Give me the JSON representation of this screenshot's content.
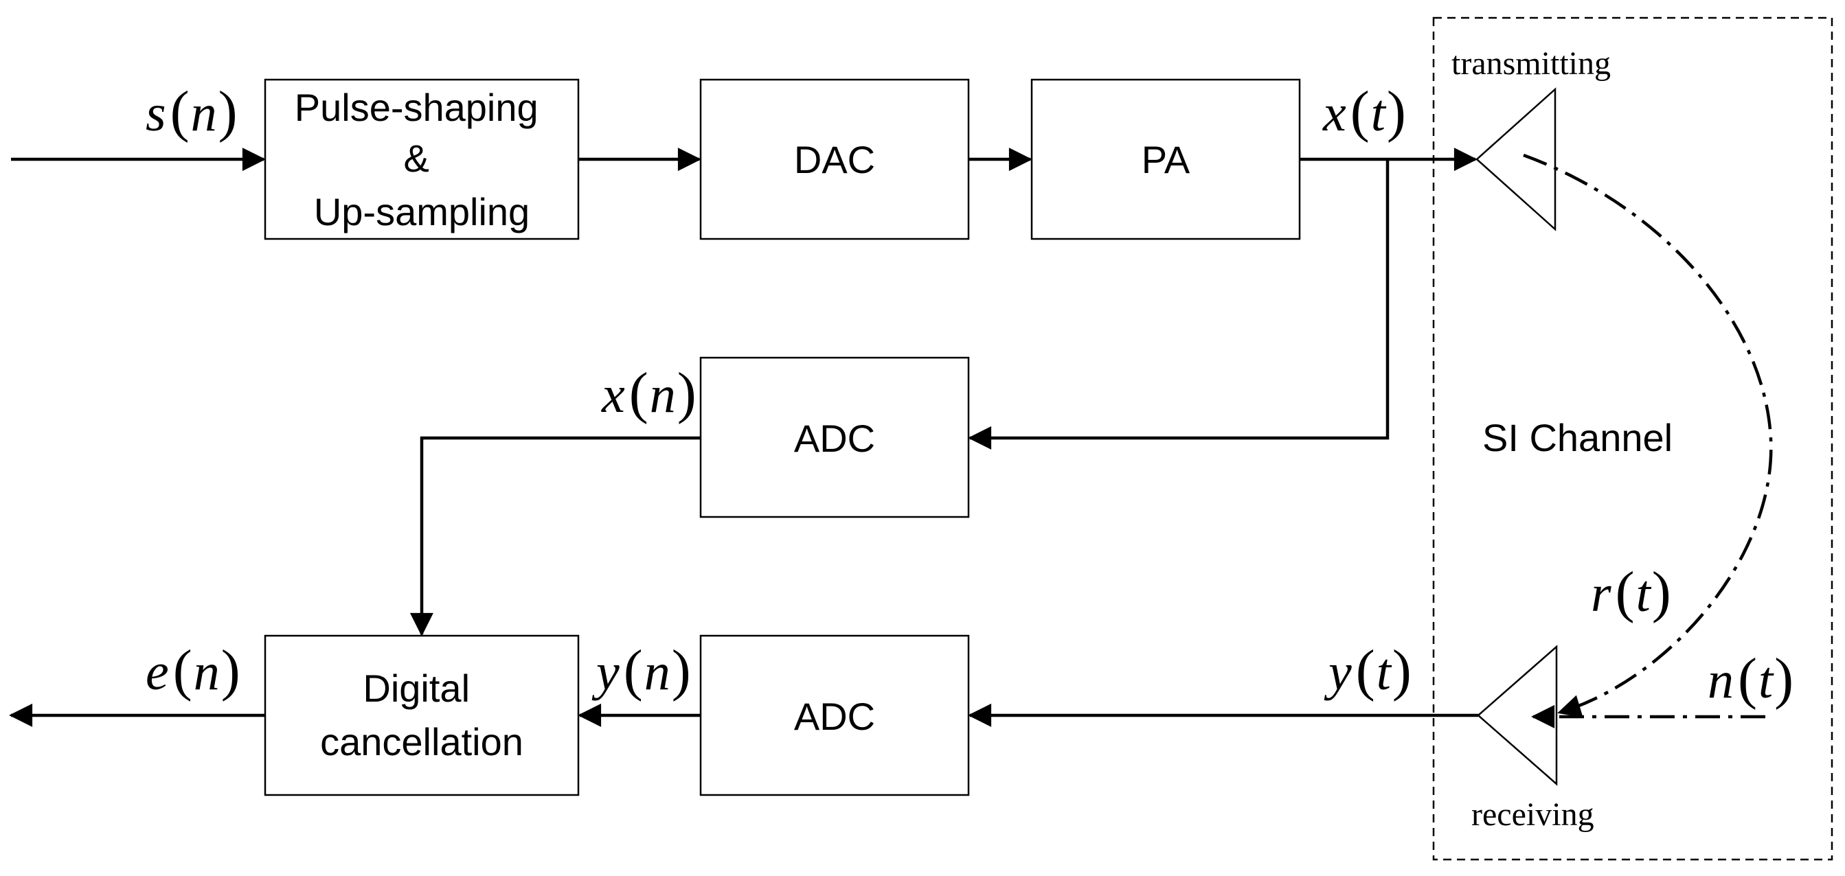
{
  "blocks": {
    "pulse_shaping": [
      "Pulse-shaping",
      "&",
      "Up-sampling"
    ],
    "dac": "DAC",
    "pa": "PA",
    "adc_feedback": "ADC",
    "adc_receive": "ADC",
    "digital_cancellation": [
      "Digital",
      "cancellation"
    ]
  },
  "channel": {
    "label": "SI Channel",
    "transmit_antenna_label": "transmitting",
    "receive_antenna_label": "receiving"
  },
  "signals": {
    "s_n": {
      "var": "s",
      "arg": "n"
    },
    "x_t": {
      "var": "x",
      "arg": "t"
    },
    "x_n": {
      "var": "x",
      "arg": "n"
    },
    "y_n": {
      "var": "y",
      "arg": "n"
    },
    "e_n": {
      "var": "e",
      "arg": "n"
    },
    "y_t": {
      "var": "y",
      "arg": "t"
    },
    "r_t": {
      "var": "r",
      "arg": "t"
    },
    "n_t": {
      "var": "n",
      "arg": "t"
    }
  }
}
